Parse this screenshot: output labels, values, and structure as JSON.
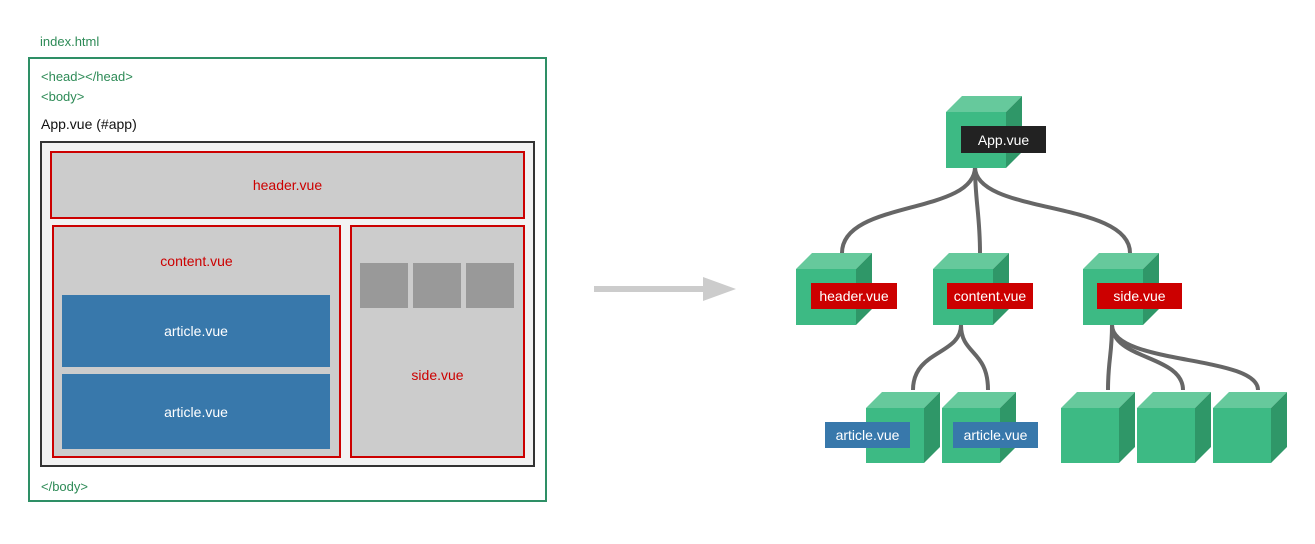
{
  "left": {
    "file_label": "index.html",
    "head_tag": "<head></head>",
    "body_open": "<body>",
    "body_close": "</body>",
    "app_label": "App.vue (#app)",
    "header": "header.vue",
    "content": "content.vue",
    "articles": [
      "article.vue",
      "article.vue"
    ],
    "side": "side.vue",
    "side_thumbnail_count": 3
  },
  "arrow": {
    "direction": "right"
  },
  "tree": {
    "root": {
      "label": "App.vue",
      "color": "#222222"
    },
    "children": [
      {
        "label": "header.vue",
        "color": "#cc0000",
        "children": []
      },
      {
        "label": "content.vue",
        "color": "#cc0000",
        "children": [
          {
            "label": "article.vue",
            "color": "#3878ab"
          },
          {
            "label": "article.vue",
            "color": "#3878ab"
          }
        ]
      },
      {
        "label": "side.vue",
        "color": "#cc0000",
        "children": [
          {
            "label": ""
          },
          {
            "label": ""
          },
          {
            "label": ""
          }
        ]
      }
    ]
  },
  "colors": {
    "cube_front": "#3dba84",
    "cube_top": "#66c99c",
    "cube_side": "#2f9768",
    "link": "#666666",
    "arrow": "#cccccc"
  }
}
